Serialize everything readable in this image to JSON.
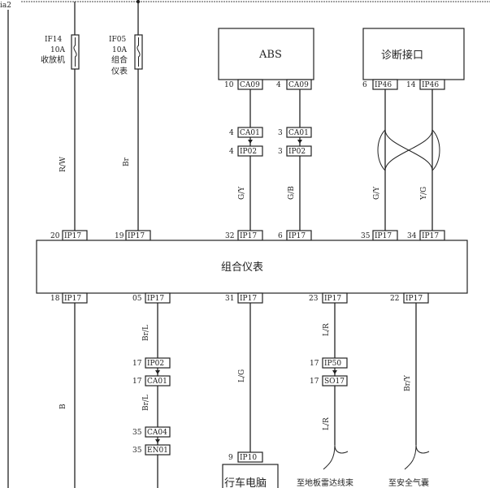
{
  "corner_label": "ia2",
  "fuses": [
    {
      "id": "IF14",
      "rating": "10A",
      "name": "收放机"
    },
    {
      "id": "IF05",
      "rating": "10A",
      "name1": "组合",
      "name2": "仪表"
    }
  ],
  "modules": {
    "abs": "ABS",
    "diag": "诊断接口",
    "cluster": "组合仪表",
    "recorder": "行车电脑"
  },
  "wire_colors": {
    "rw": "R/W",
    "br": "Br",
    "gy1": "G/Y",
    "gb": "G/B",
    "gy2": "G/Y",
    "yg": "Y/G",
    "b": "B",
    "brl1": "Br/L",
    "brl2": "Br/L",
    "lg": "L/G",
    "lr1": "L/R",
    "lr2": "L/R",
    "bry": "Br/Y"
  },
  "connectors": {
    "abs_l": {
      "pin": "10",
      "code": "CA09"
    },
    "abs_r": {
      "pin": "4",
      "code": "CA09"
    },
    "diag_l": {
      "pin": "6",
      "code": "IP46"
    },
    "diag_r": {
      "pin": "14",
      "code": "IP46"
    },
    "ca01_a": {
      "pin": "4",
      "code": "CA01"
    },
    "ip02_a": {
      "pin": "4",
      "code": "IP02"
    },
    "ca01_b": {
      "pin": "3",
      "code": "CA01"
    },
    "ip02_b": {
      "pin": "3",
      "code": "IP02"
    },
    "top1": {
      "pin": "20",
      "code": "IP17"
    },
    "top2": {
      "pin": "19",
      "code": "IP17"
    },
    "top3": {
      "pin": "32",
      "code": "IP17"
    },
    "top4": {
      "pin": "6",
      "code": "IP17"
    },
    "top5": {
      "pin": "35",
      "code": "IP17"
    },
    "top6": {
      "pin": "34",
      "code": "IP17"
    },
    "bot1": {
      "pin": "18",
      "code": "IP17"
    },
    "bot2": {
      "pin": "05",
      "code": "IP17"
    },
    "bot3": {
      "pin": "31",
      "code": "IP17"
    },
    "bot4": {
      "pin": "23",
      "code": "IP17"
    },
    "bot5": {
      "pin": "22",
      "code": "IP17"
    },
    "ip02_c": {
      "pin": "17",
      "code": "IP02"
    },
    "ca01_c": {
      "pin": "17",
      "code": "CA01"
    },
    "ca04": {
      "pin": "35",
      "code": "CA04"
    },
    "en01": {
      "pin": "35",
      "code": "EN01"
    },
    "ip50": {
      "pin": "17",
      "code": "IP50"
    },
    "so17": {
      "pin": "17",
      "code": "SO17"
    },
    "ip10": {
      "pin": "9",
      "code": "IP10"
    }
  },
  "destinations": {
    "radar": "至地板雷达线束",
    "airbag": "至安全气囊"
  }
}
